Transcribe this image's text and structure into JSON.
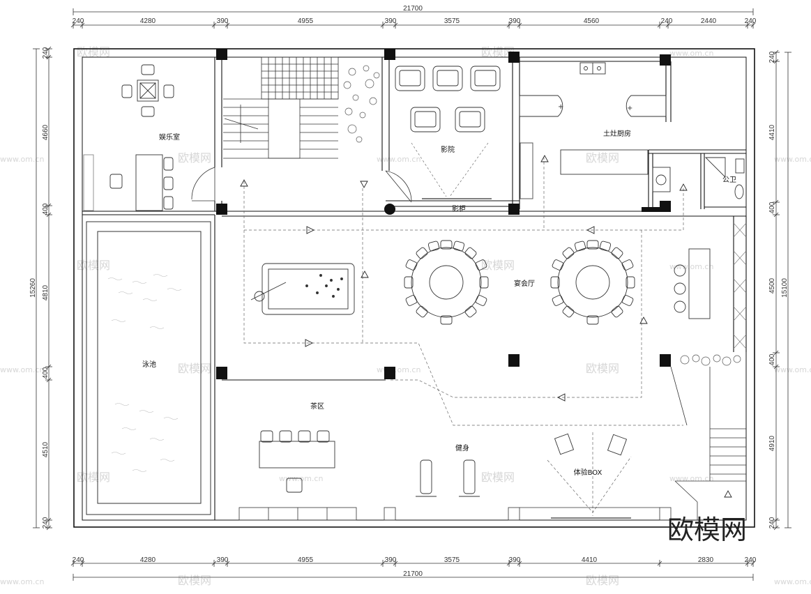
{
  "dimensions": {
    "top_total": "21700",
    "top": [
      "240",
      "4280",
      "390",
      "4955",
      "390",
      "3575",
      "390",
      "4560",
      "240",
      "2440",
      "240"
    ],
    "bottom_total": "21700",
    "bottom": [
      "240",
      "4280",
      "390",
      "4955",
      "390",
      "3575",
      "390",
      "4410",
      "2830",
      "240"
    ],
    "left_total": "15260",
    "left": [
      "240",
      "4660",
      "400",
      "4810",
      "400",
      "4510",
      "240"
    ],
    "right_total": "15100",
    "right": [
      "240",
      "4410",
      "400",
      "4500",
      "400",
      "4910",
      "240"
    ]
  },
  "rooms": {
    "entertainment": "娱乐室",
    "cinema": "影院",
    "kitchen": "土灶厨房",
    "toilet": "公卫",
    "banquet": "宴会厅",
    "pool": "泳池",
    "tea": "茶区",
    "gym": "健身",
    "body_box": "体验BOX",
    "cinema_bar": "影柜"
  },
  "watermark": "欧模网",
  "watermark_url": "www.om.cn",
  "brand": "欧模网"
}
